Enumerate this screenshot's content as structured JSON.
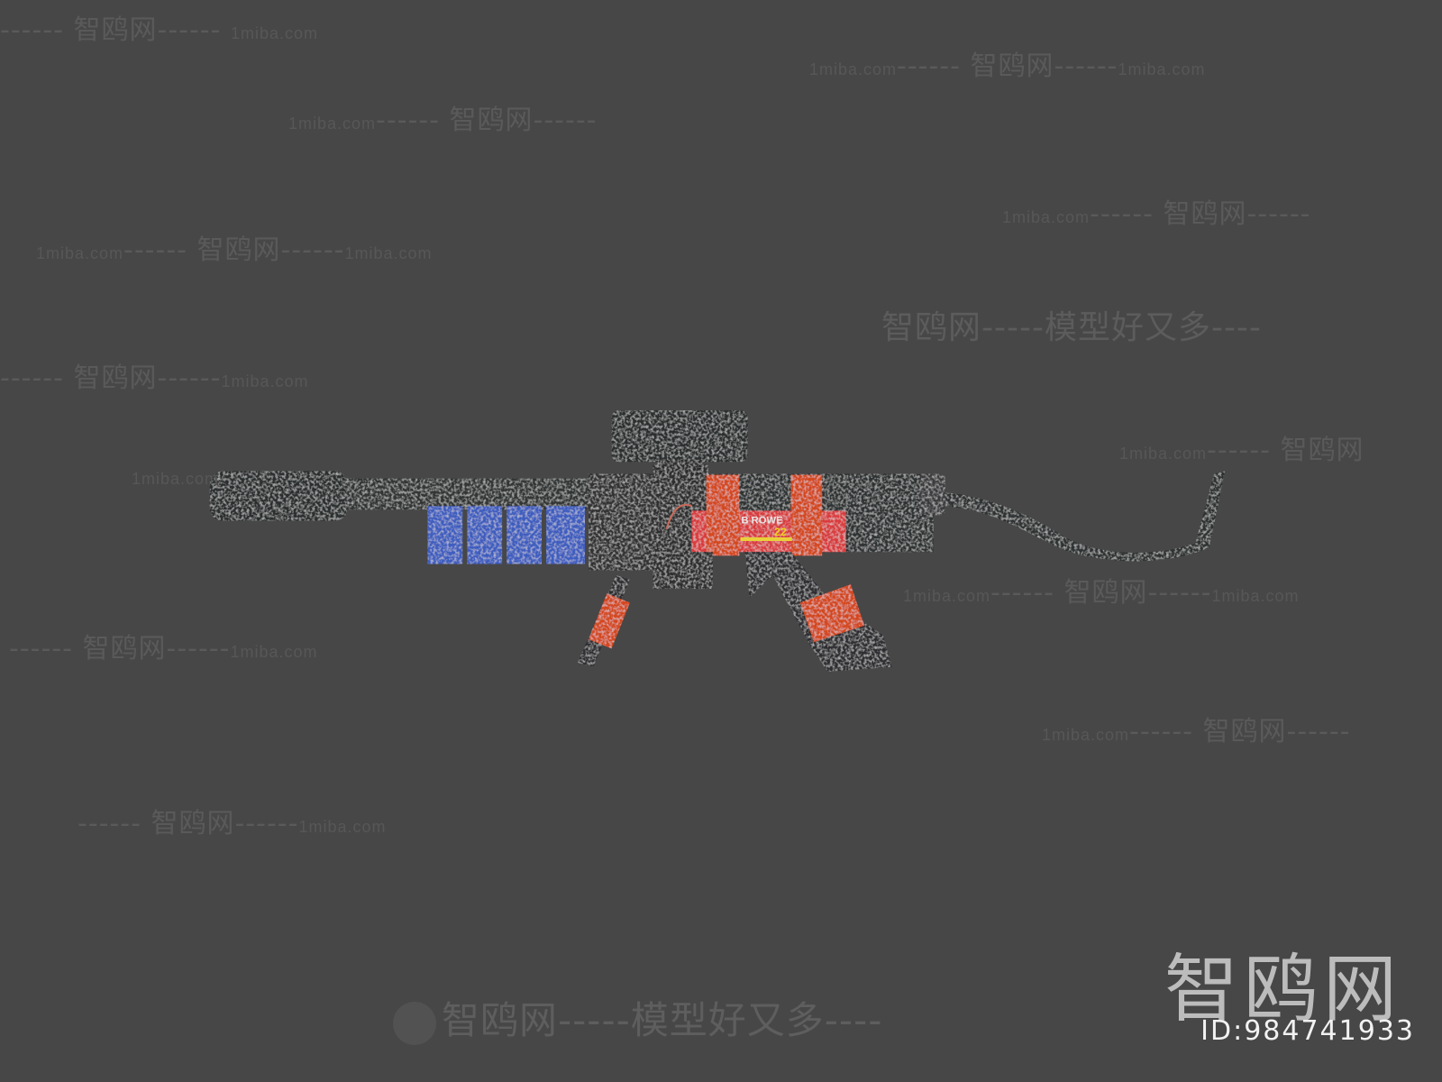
{
  "background_color": "#474747",
  "watermark": {
    "brand": "智鸥网",
    "site": "1miba.com",
    "slogan": "智鸥网-----模型好又多----",
    "dashes": "------"
  },
  "logo": {
    "text": "智鸥网",
    "id_label": "ID:984741933"
  },
  "model": {
    "label_text": "B ROWE",
    "label_number": "22",
    "colors": {
      "body": "#2e2f30",
      "magazine": "#3e5ec0",
      "tape": "#d8461e",
      "label": "#e0363a"
    }
  }
}
